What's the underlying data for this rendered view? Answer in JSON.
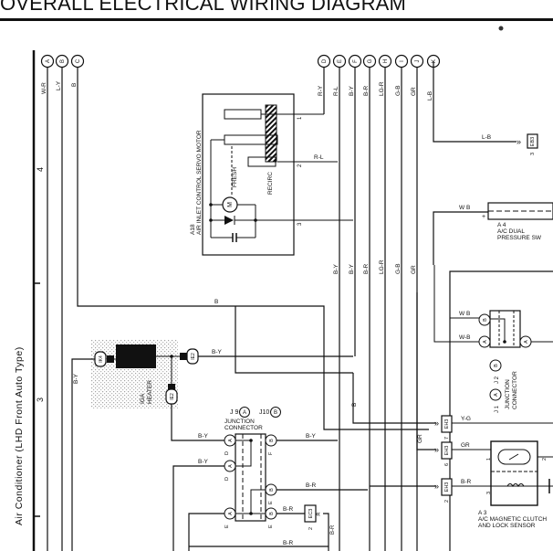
{
  "title": "OVERALL ELECTRICAL WIRING DIAGRAM",
  "side_caption": "Air Conditioner (LHD Front Auto Type)",
  "section_numbers": [
    "4",
    "3"
  ],
  "top_connectors_left": [
    {
      "letter": "A",
      "wire": "W-R"
    },
    {
      "letter": "B",
      "wire": "L-Y"
    },
    {
      "letter": "C",
      "wire": "B"
    }
  ],
  "top_connectors_right": [
    {
      "letter": "D",
      "wire": "R-Y"
    },
    {
      "letter": "E",
      "wire": "R-L"
    },
    {
      "letter": "F",
      "wire": "B-Y"
    },
    {
      "letter": "G",
      "wire": "B-R"
    },
    {
      "letter": "H",
      "wire": "LG-R"
    },
    {
      "letter": "I",
      "wire": "G-B"
    },
    {
      "letter": "J",
      "wire": "GR"
    },
    {
      "letter": "K",
      "wire": "L-B"
    }
  ],
  "mid_wire_labels": [
    "B-Y",
    "B-Y",
    "B-R",
    "LG-R",
    "G-B",
    "GR"
  ],
  "servo_motor": {
    "id": "A18",
    "name": "AIR INLET CONTROL SERVO MOTOR",
    "fresh": "FRESH",
    "recirc": "RECIRC",
    "motor": "M",
    "pins": [
      "1",
      "2",
      "3"
    ],
    "pin2_wire": "R-L"
  },
  "connector_eb3": {
    "label": "EB3",
    "pin": "3",
    "wire": "L-B"
  },
  "pressure_switch": {
    "id": "A 4",
    "name_line1": "A/C DUAL",
    "name_line2": "PRESSURE SW",
    "wire": "W B",
    "plus": "+"
  },
  "junction_j1_j2": {
    "wires": [
      "W B",
      "W-B"
    ],
    "pins_left": [
      "A",
      "A"
    ],
    "pins_right": [
      "A"
    ],
    "j1": "J 1",
    "j1_letter": "A",
    "j2": "J 2",
    "j2_letter": "B",
    "name_line1": "JUNCTION",
    "name_line2": "CONNECTOR"
  },
  "ig_heater": {
    "id": "I24",
    "name_line1": "IGA",
    "name_line2": "HEATER",
    "connectors": [
      "IK4",
      "IE2",
      "IE2"
    ],
    "pins": [
      "1",
      "1",
      "2"
    ],
    "wires": [
      "B-Y",
      "B-Y",
      "B"
    ]
  },
  "junction_j9_j10": {
    "j9": "J 9",
    "j9_letter": "A",
    "j10": "J10",
    "j10_letter": "B",
    "name_line1": "JUNCTION",
    "name_line2": "CONNECTOR",
    "pins_left": [
      "D",
      "D",
      "E"
    ],
    "pins_right": [
      "F",
      "E",
      "E"
    ],
    "wires_left": [
      "B-Y",
      "B-Y"
    ],
    "wires_right": [
      "B-Y",
      "B-R",
      "B-R"
    ],
    "pin_letters_left": [
      "A",
      "A",
      "A"
    ],
    "pin_letters_right": [
      "B",
      "B",
      "B"
    ]
  },
  "connector_ec3": {
    "label": "EC3",
    "pin": "2",
    "wire": "B-R"
  },
  "bottom_wire": "B-R",
  "wire_b_left": "B",
  "wire_b_mid": "B",
  "wire_by_mid": "B-Y",
  "wire_b_vert": "B",
  "wire_gr_vert": "GR",
  "eh3_connectors": [
    {
      "label": "EH3",
      "pin": "7",
      "wire": "Y-G"
    },
    {
      "label": "EH3",
      "pin": "6",
      "wire": "GR"
    },
    {
      "label": "EH3",
      "pin": "2",
      "wire": "B-R"
    }
  ],
  "magnetic_clutch": {
    "id": "A 3",
    "name_line1": "A/C MAGNETIC CLUTCH",
    "name_line2": "AND LOCK SENSOR",
    "pins": [
      "1",
      "2",
      "3"
    ]
  }
}
